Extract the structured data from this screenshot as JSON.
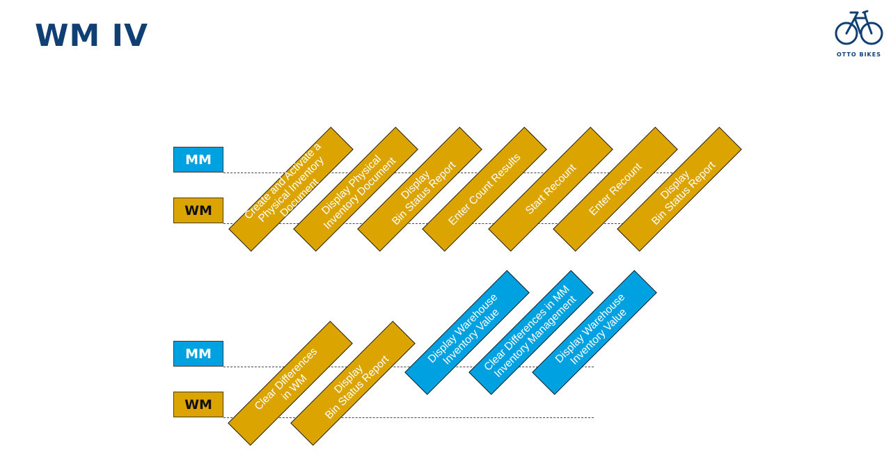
{
  "title": "WM IV",
  "logo": {
    "text": "OTTO BIKES",
    "icon": "bicycle-icon",
    "color": "#0f3f73"
  },
  "colors": {
    "wm": "#dba400",
    "mm": "#00a1e0",
    "title": "#0f3f73"
  },
  "lanes": {
    "mm_label": "MM",
    "wm_label": "WM"
  },
  "row1": [
    {
      "lane": "WM",
      "label": "Create and Activate a\nPhysical Inventory\nDocument"
    },
    {
      "lane": "WM",
      "label": "Display Physical\nInventory Document"
    },
    {
      "lane": "WM",
      "label": "Display\nBin Status Report"
    },
    {
      "lane": "WM",
      "label": "Enter Count Results"
    },
    {
      "lane": "WM",
      "label": "Start Recount"
    },
    {
      "lane": "WM",
      "label": "Enter Recount"
    },
    {
      "lane": "WM",
      "label": "Display\nBin Status Report"
    }
  ],
  "row2": [
    {
      "lane": "WM",
      "label": "Clear Differences\nin WM"
    },
    {
      "lane": "WM",
      "label": "Display\nBin Status Report"
    },
    {
      "lane": "MM",
      "label": "Display Warehouse\nInventory Value"
    },
    {
      "lane": "MM",
      "label": "Clear Differences in MM\nInventory Management"
    },
    {
      "lane": "MM",
      "label": "Display Warehouse\nInventory Value"
    }
  ]
}
